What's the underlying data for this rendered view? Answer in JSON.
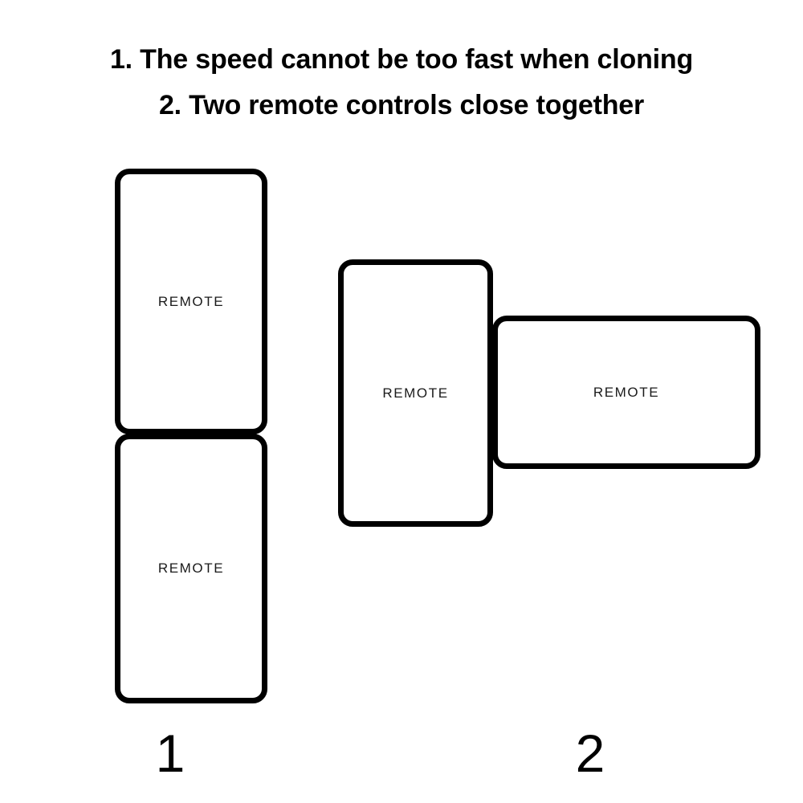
{
  "instructions": {
    "line1": "1. The speed cannot be too fast when cloning",
    "line2": "2. Two remote controls close together"
  },
  "diagram": {
    "background_color": "#ffffff",
    "stroke_color": "#000000",
    "figures": [
      {
        "number": "1",
        "caption": "1",
        "arrangement": "stacked-vertical",
        "devices": [
          {
            "label": "REMOTE",
            "orientation": "portrait"
          },
          {
            "label": "REMOTE",
            "orientation": "portrait"
          }
        ]
      },
      {
        "number": "2",
        "caption": "2",
        "arrangement": "perpendicular-adjacent",
        "devices": [
          {
            "label": "REMOTE",
            "orientation": "portrait"
          },
          {
            "label": "REMOTE",
            "orientation": "landscape"
          }
        ]
      }
    ]
  }
}
